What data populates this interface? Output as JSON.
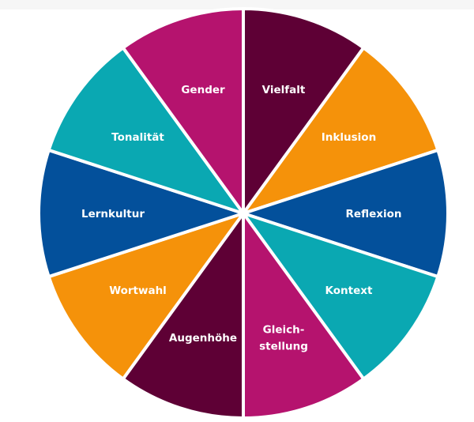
{
  "wheel": {
    "separator_color": "#ffffff",
    "segments": [
      {
        "label_lines": [
          "Vielfalt"
        ],
        "color": "#5e0035"
      },
      {
        "label_lines": [
          "Inklusion"
        ],
        "color": "#f5920a"
      },
      {
        "label_lines": [
          "Reflexion"
        ],
        "color": "#03509b"
      },
      {
        "label_lines": [
          "Kontext"
        ],
        "color": "#0aa8b2"
      },
      {
        "label_lines": [
          "Gleich-",
          "stellung"
        ],
        "color": "#b5136e"
      },
      {
        "label_lines": [
          "Augenhöhe"
        ],
        "color": "#5e0035"
      },
      {
        "label_lines": [
          "Wortwahl"
        ],
        "color": "#f5920a"
      },
      {
        "label_lines": [
          "Lernkultur"
        ],
        "color": "#03509b"
      },
      {
        "label_lines": [
          "Tonalität"
        ],
        "color": "#0aa8b2"
      },
      {
        "label_lines": [
          "Gender"
        ],
        "color": "#b5136e"
      }
    ]
  }
}
